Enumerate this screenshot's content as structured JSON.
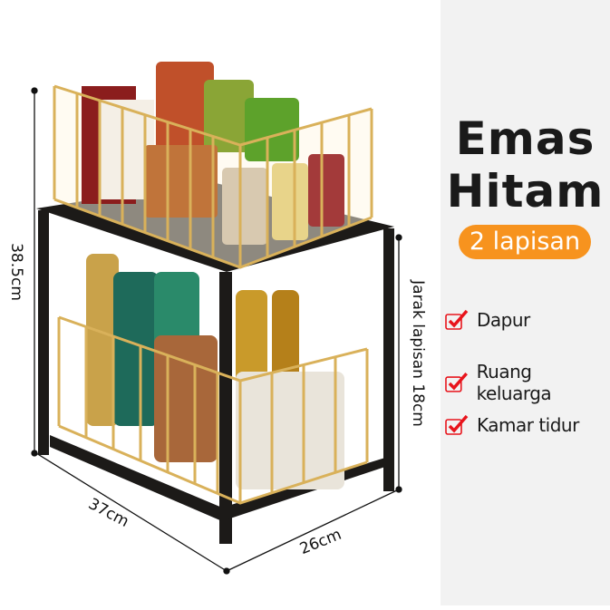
{
  "title_line1": "Emas",
  "title_line2": "Hitam",
  "badge": "2 lapisan",
  "features": [
    "Dapur",
    "Ruang keluarga",
    "Kamar tidur"
  ],
  "dimensions": {
    "height": "38.5cm",
    "width": "37cm",
    "depth": "26cm",
    "shelf_gap": "Jarak lapisan 18cm"
  },
  "colors": {
    "accent": "#f7931e",
    "check": "#e8141c",
    "gold": "#d9b15a",
    "frame": "#1c1a18"
  }
}
